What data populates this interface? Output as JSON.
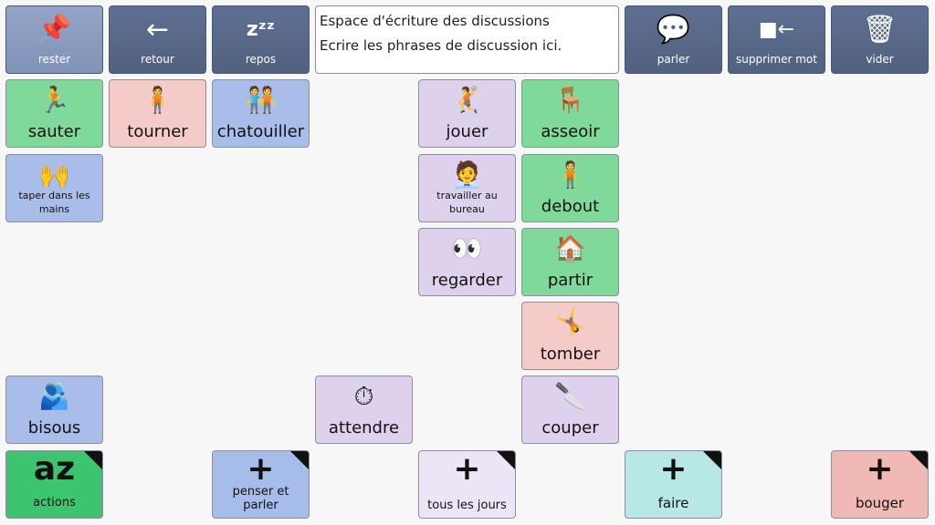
{
  "toolbar": {
    "rester": "rester",
    "retour": "retour",
    "repos": "repos",
    "parler": "parler",
    "supprimer": "supprimer mot",
    "vider": "vider"
  },
  "message": {
    "title": "Espace d'écriture des discussions",
    "hint": "Ecrire les phrases de discussion ici."
  },
  "cells": {
    "sauter": "sauter",
    "tourner": "tourner",
    "chatouiller": "chatouiller",
    "jouer": "jouer",
    "asseoir": "asseoir",
    "taper": "taper dans les mains",
    "travailler": "travailler au bureau",
    "debout": "debout",
    "regarder": "regarder",
    "partir": "partir",
    "tomber": "tomber",
    "bisous": "bisous",
    "attendre": "attendre",
    "couper": "couper"
  },
  "folders": {
    "actions": "actions",
    "actions_icon": "az",
    "penser": "penser et parler",
    "tous": "tous les jours",
    "faire": "faire",
    "bouger": "bouger"
  }
}
